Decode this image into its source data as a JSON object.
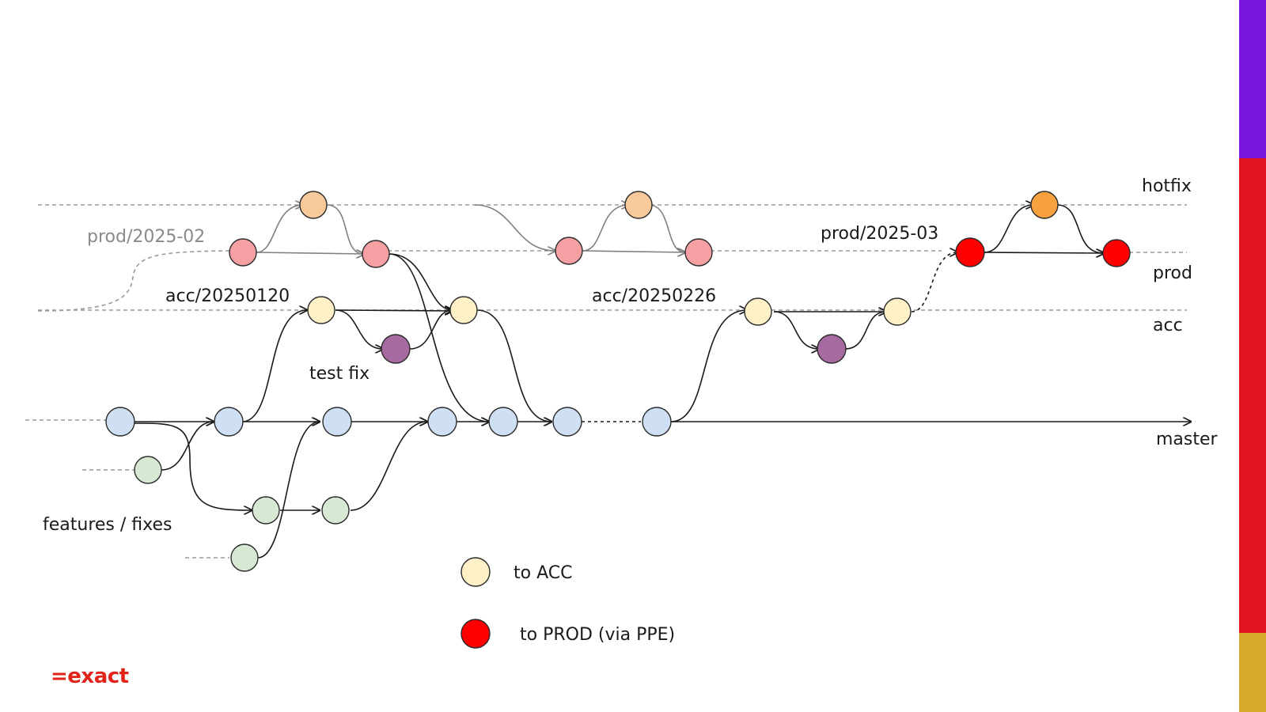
{
  "diagram": {
    "lanes": {
      "hotfix": "hotfix",
      "prod": "prod",
      "acc": "acc",
      "master": "master"
    },
    "branch_labels": {
      "prod_2025_02": "prod/2025-02",
      "prod_2025_03": "prod/2025-03",
      "acc_20250120": "acc/20250120",
      "acc_20250226": "acc/20250226",
      "test_fix": "test fix",
      "features_fixes": "features / fixes"
    },
    "legend": {
      "to_acc": "to ACC",
      "to_prod": "to PROD (via PPE)"
    },
    "colors": {
      "master": "#cfe0f5",
      "feature": "#d7e8d3",
      "acc": "#fff0c8",
      "test_fix": "#a66aa0",
      "prod_faded": "#f5a0a3",
      "hotfix_faded": "#f8c99a",
      "prod": "#ff0000",
      "hotfix": "#f7a040"
    }
  },
  "logo": {
    "text": "=exact"
  },
  "brand_bar": {
    "colors": [
      "#7b16e0",
      "#e0141e",
      "#d6a92a"
    ]
  }
}
